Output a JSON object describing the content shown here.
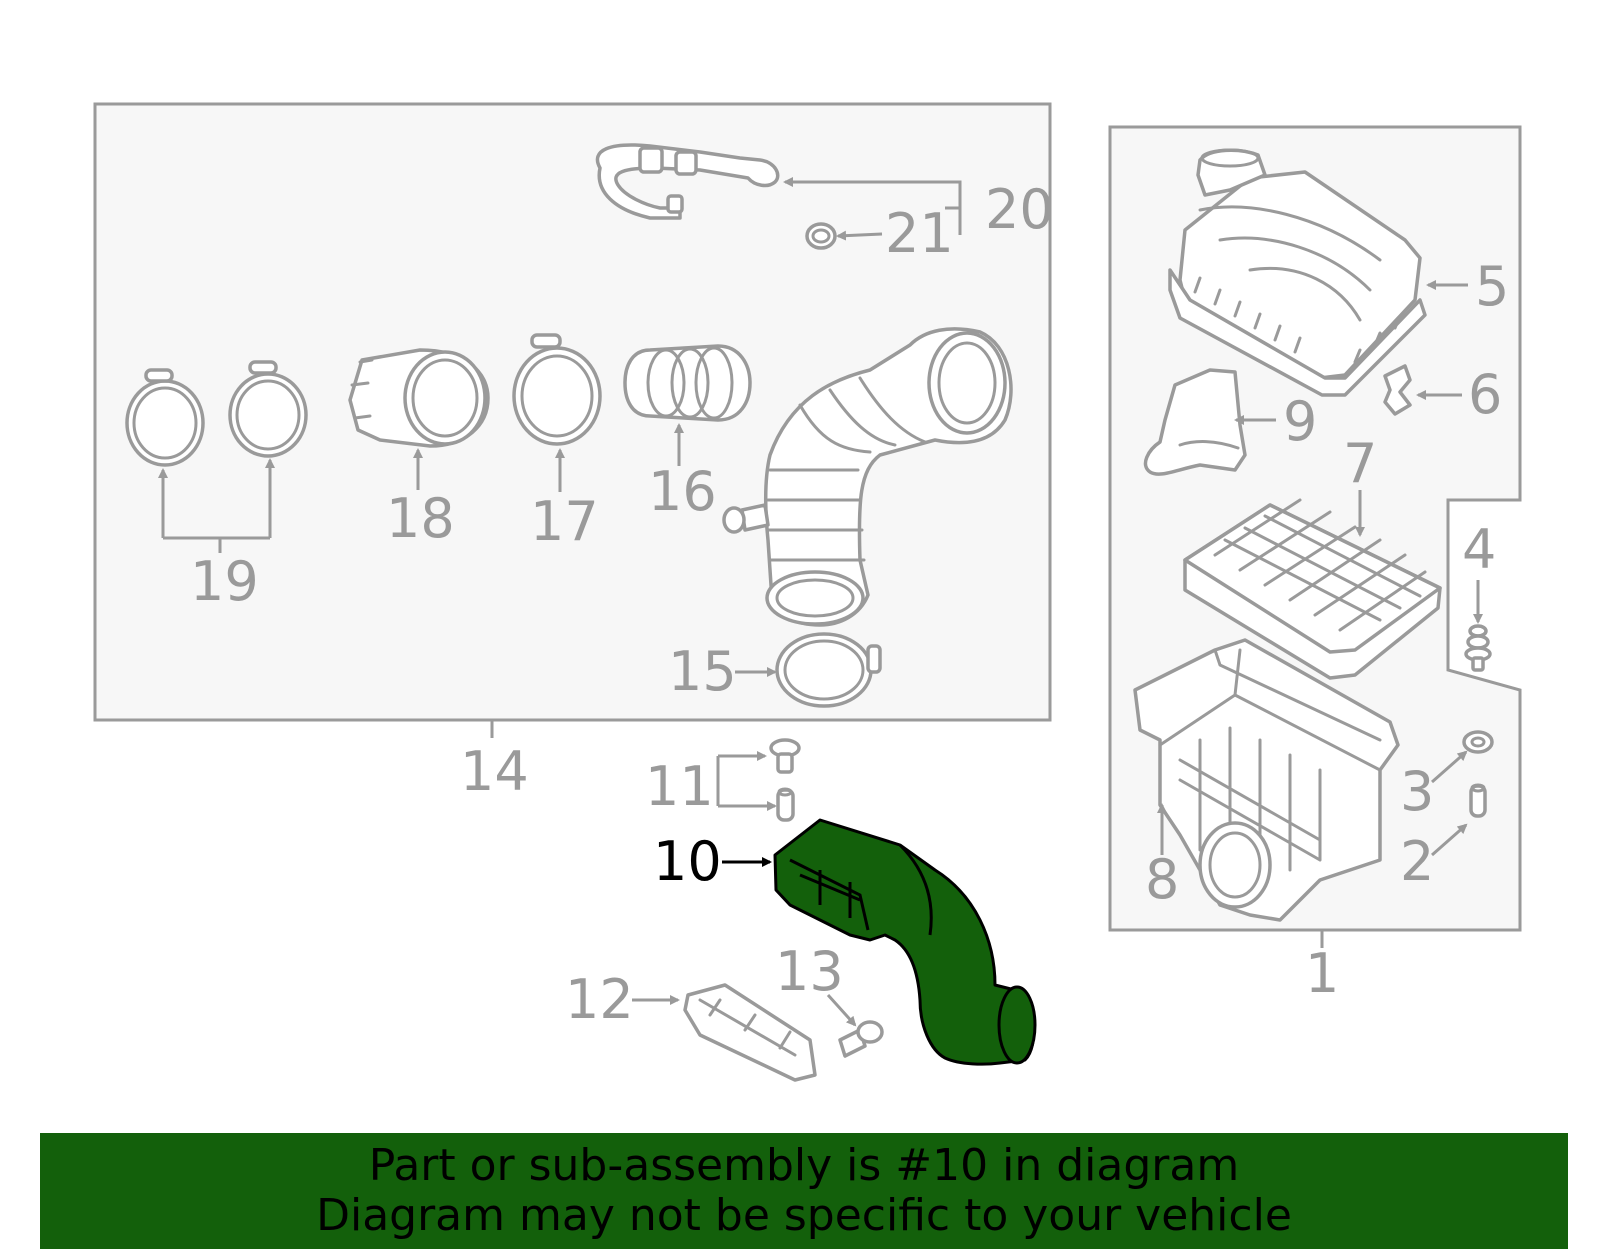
{
  "diagram": {
    "labels": {
      "l1": "1",
      "l2": "2",
      "l3": "3",
      "l4": "4",
      "l5": "5",
      "l6": "6",
      "l7": "7",
      "l8": "8",
      "l9": "9",
      "l10": "10",
      "l11": "11",
      "l12": "12",
      "l13": "13",
      "l14": "14",
      "l15": "15",
      "l16": "16",
      "l17": "17",
      "l18": "18",
      "l19": "19",
      "l20": "20",
      "l21": "21"
    },
    "highlighted_part": "10",
    "colors": {
      "highlight_fill": "#13600b",
      "line_gray": "#9a9a9a",
      "panel_fill": "#f7f7f7"
    }
  },
  "banner": {
    "line1": "Part or sub-assembly is #10 in diagram",
    "line2": "Diagram may not be specific to your vehicle",
    "color": "#13600b"
  }
}
